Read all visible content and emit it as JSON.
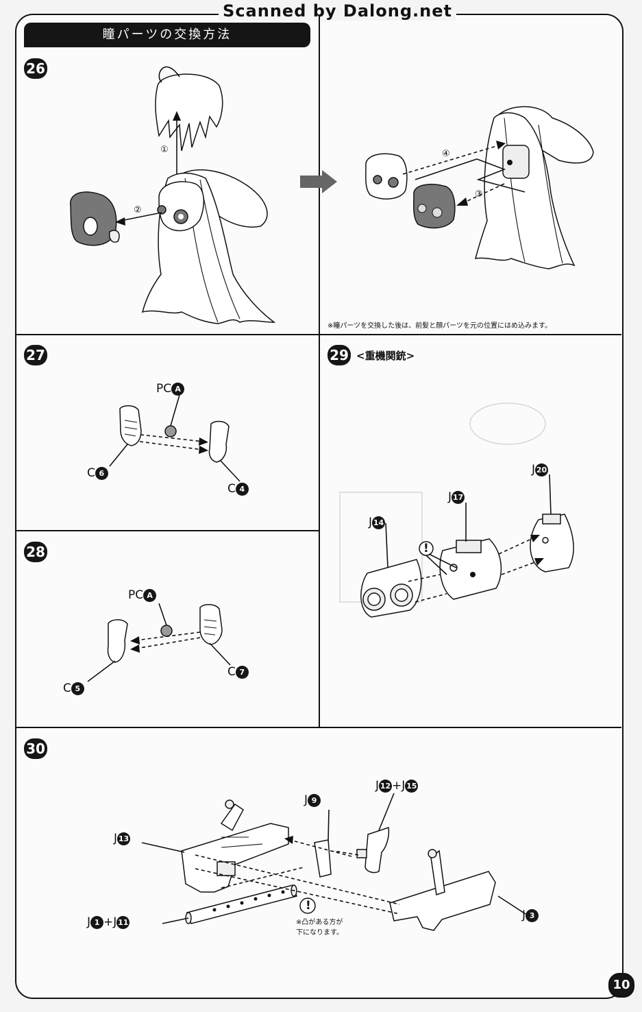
{
  "watermark": "Scanned by Dalong.net",
  "section_title": "瞳パーツの交換方法",
  "page_number": "10",
  "step26": {
    "number": "26",
    "arrow1": "①",
    "arrow2": "②",
    "arrow3": "③",
    "arrow4": "④",
    "note": "※瞳パーツを交換した後は、前髪と顔パーツを元の位置にはめ込みます。"
  },
  "step27": {
    "number": "27",
    "pc_letter": "PC",
    "pc_id": "A",
    "left_letter": "C",
    "left_id": "6",
    "right_letter": "C",
    "right_id": "4"
  },
  "step28": {
    "number": "28",
    "pc_letter": "PC",
    "pc_id": "A",
    "left_letter": "C",
    "left_id": "5",
    "right_letter": "C",
    "right_id": "7"
  },
  "step29": {
    "number": "29",
    "subtitle": "<重機関銃>",
    "part_a_letter": "J",
    "part_a_id": "14",
    "part_b_letter": "J",
    "part_b_id": "17",
    "part_c_letter": "J",
    "part_c_id": "20",
    "warn": "!"
  },
  "step30": {
    "number": "30",
    "part_9_letter": "J",
    "part_9_id": "9",
    "part_12_letter": "J",
    "part_12_id": "12",
    "plus": "+",
    "part_15_letter": "J",
    "part_15_id": "15",
    "part_13_letter": "J",
    "part_13_id": "13",
    "part_1_letter": "J",
    "part_1_id": "1",
    "part_11_letter": "J",
    "part_11_id": "11",
    "part_3_letter": "J",
    "part_3_id": "3",
    "warn": "!",
    "note_line1": "※凸がある方が",
    "note_line2": "下になります。"
  }
}
